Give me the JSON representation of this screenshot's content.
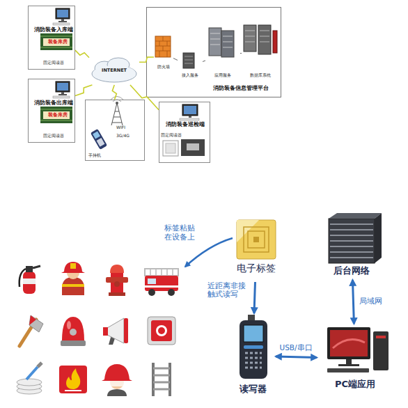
{
  "diagram": {
    "nodes": [
      {
        "text": [
          "消防装备入库端",
          "装备库房",
          "固定阅读器"
        ]
      },
      {
        "text": [
          "消防装备出库端",
          "装备库房",
          "固定阅读器"
        ]
      },
      {
        "text": [
          "INTERNET"
        ]
      },
      {
        "text": [
          "WIFI",
          "3G/4G",
          "手持机"
        ]
      },
      {
        "text": [
          "消防装备信息管理平台"
        ]
      },
      {
        "text": [
          "防火墙"
        ],
        "in": 4
      },
      {
        "text": [
          "接入服务"
        ],
        "in": 4
      },
      {
        "text": [
          "应用服务"
        ],
        "in": 4
      },
      {
        "text": [
          "数据库系统"
        ],
        "in": 4
      },
      {
        "text": [
          "消防装备巡检端",
          "固定阅读器"
        ]
      },
      {
        "text": [
          "电子标签"
        ]
      },
      {
        "text": [
          "读写器"
        ]
      },
      {
        "text": [
          "PC端应用"
        ]
      },
      {
        "text": [
          "后台网络"
        ]
      }
    ],
    "edges": [
      {
        "from": 0,
        "to": 2,
        "arrow": "none"
      },
      {
        "from": 1,
        "to": 2,
        "arrow": "none"
      },
      {
        "from": 3,
        "to": 2,
        "arrow": "none"
      },
      {
        "from": 2,
        "to": 5,
        "arrow": "none"
      },
      {
        "from": 2,
        "to": 9,
        "arrow": "none"
      },
      {
        "from": 5,
        "to": 6,
        "arrow": "none"
      },
      {
        "from": 6,
        "to": 7,
        "arrow": "none"
      },
      {
        "from": 7,
        "to": 8,
        "arrow": "none"
      },
      {
        "from": 10,
        "to": 11,
        "arrow": "to",
        "label": "近距离非接触式读写"
      },
      {
        "from": 11,
        "to": 12,
        "arrow": "both",
        "label": "USB/串口"
      },
      {
        "from": 12,
        "to": 13,
        "arrow": "both",
        "label": "局域网"
      }
    ],
    "labels": [
      "标签粘贴在设备上"
    ]
  }
}
